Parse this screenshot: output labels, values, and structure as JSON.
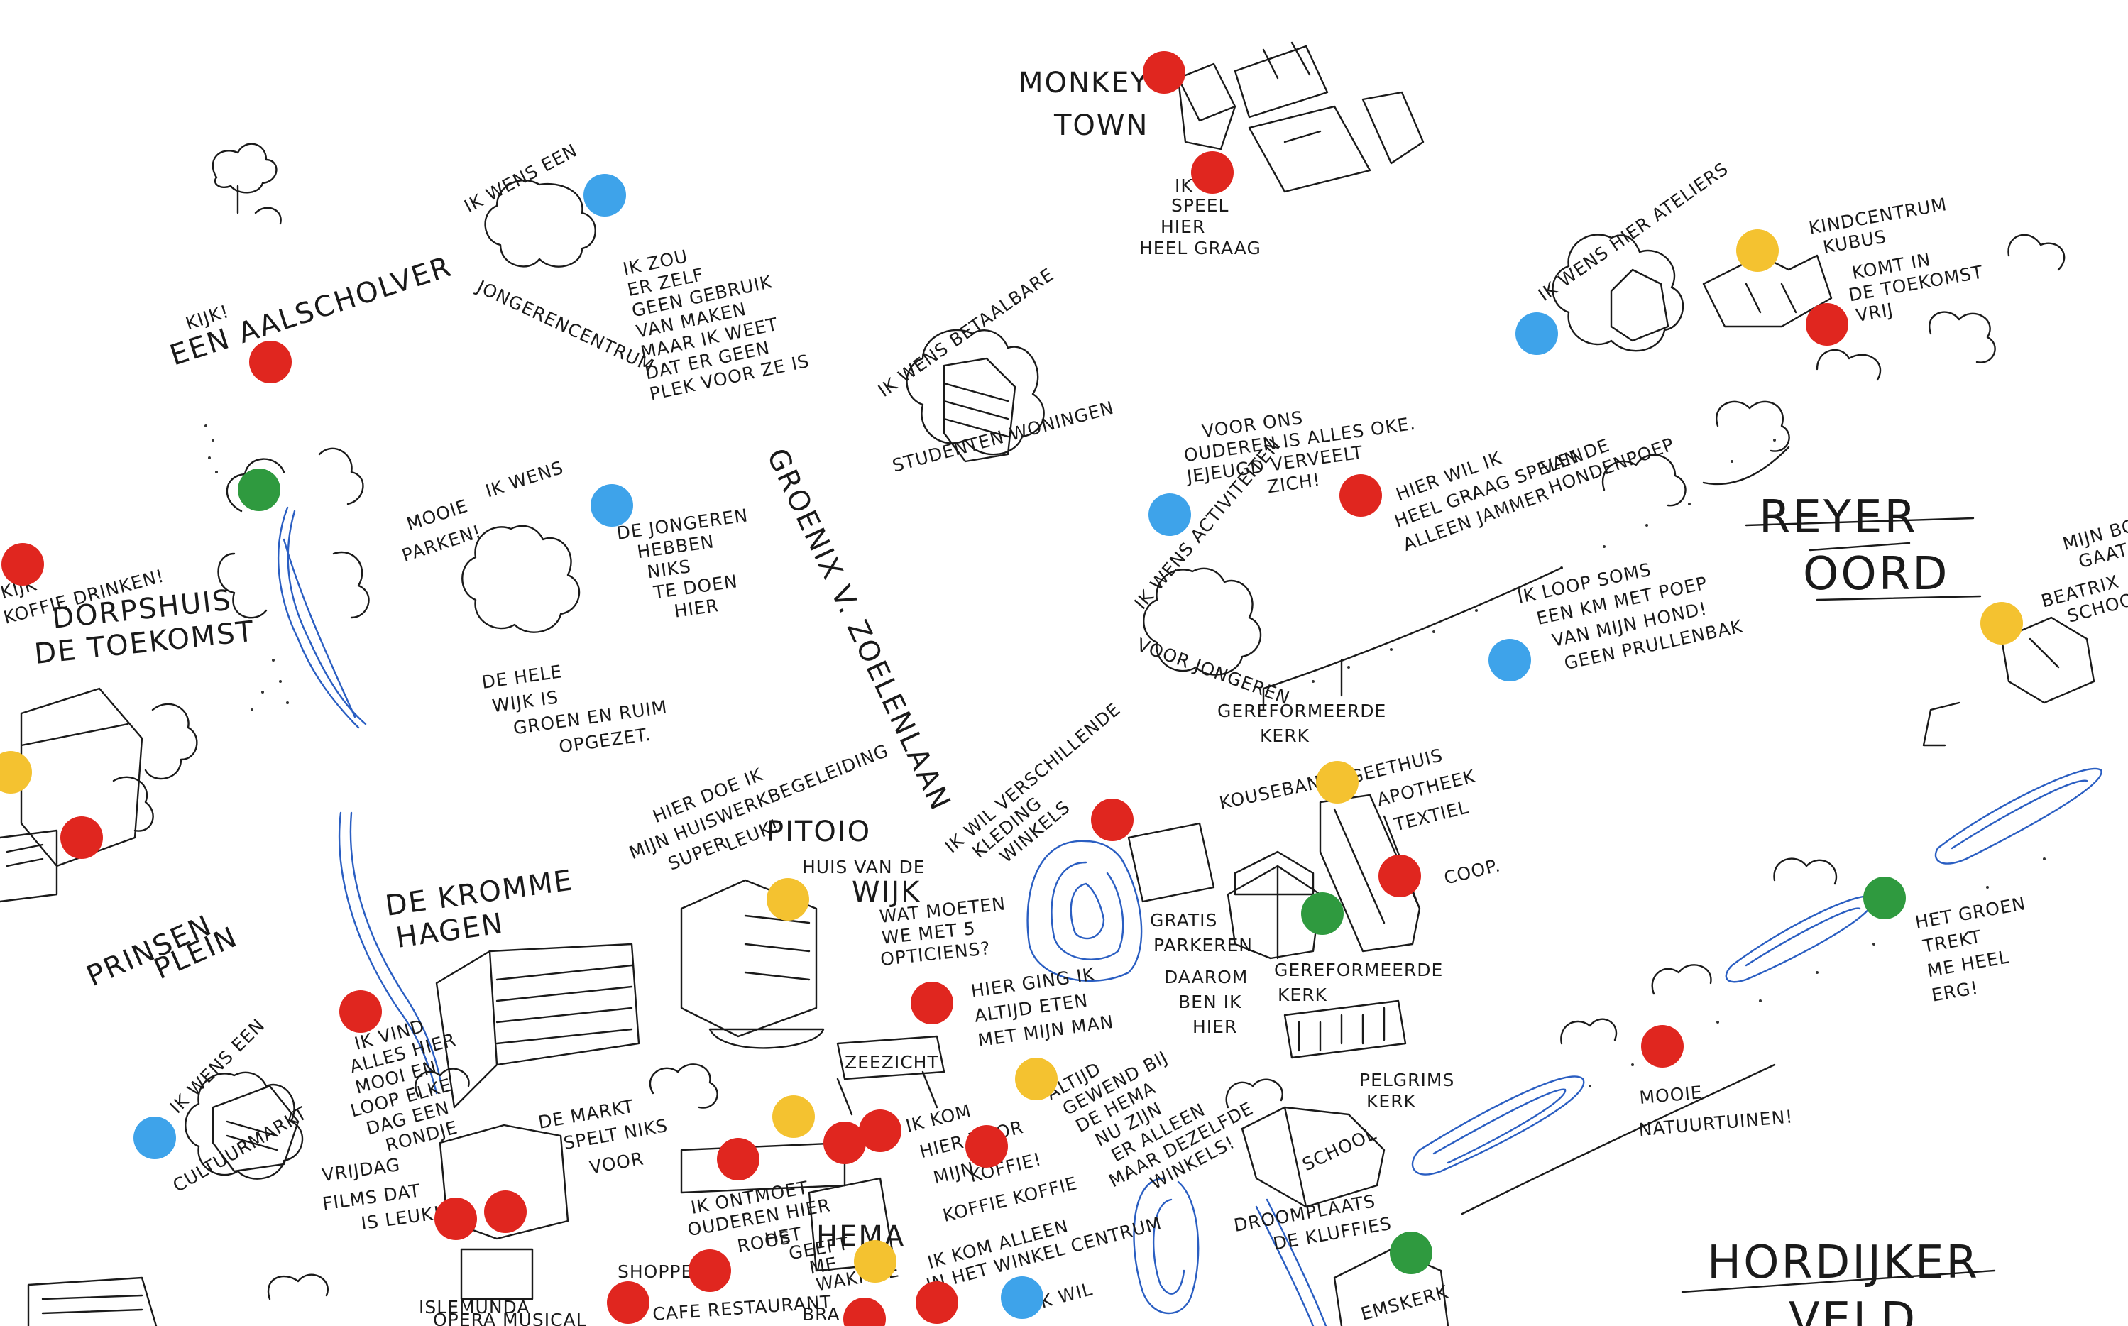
{
  "place_names": {
    "monkey_town": [
      "MONKEY",
      "TOWN"
    ],
    "reyer_oord": [
      "REYER",
      "OORD"
    ],
    "hordijker_veld": [
      "HORDIJKER",
      "VELD"
    ],
    "prinsen_plein": [
      "PRINSEN",
      "PLEIN"
    ],
    "groenix": "GROENIX V. ZOELENLAAN",
    "pitoio": [
      "PITOIO",
      "HUIS VAN DE",
      "WIJK"
    ],
    "dorpshuis": [
      "DORPSHUIS",
      "DE TOEKOMST"
    ],
    "kromme_hagen": [
      "DE KROMME",
      "HAGEN"
    ],
    "hema": "HEMA",
    "zeezicht": "ZEEZICHT",
    "school": "SCHOOL"
  },
  "notes": {
    "ik_speel": [
      "IK",
      "SPEEL",
      "HIER",
      "HEEL GRAAG"
    ],
    "jongerencentrum_wish": "IK WENS EEN",
    "jongerencentrum": "JONGERENCENTRUM",
    "ik_zou": [
      "IK ZOU",
      "ER ZELF",
      "GEEN GEBRUIK",
      "VAN MAKEN",
      "MAAR IK WEET",
      "DAT ER GEEN",
      "PLEK VOOR ZE IS"
    ],
    "aalscholver": [
      "KIJK!",
      "EEN AALSCHOLVER"
    ],
    "studenten_wish": "IK WENS BETAALBARE",
    "studenten": "STUDENTEN WONINGEN",
    "mooie_parken": [
      "MOOIE",
      "PARKEN!",
      "IK WENS"
    ],
    "jongeren_niks": [
      "DE JONGEREN",
      "HEBBEN",
      "NIKS",
      "TE DOEN",
      "HIER"
    ],
    "hele_wijk": [
      "DE HELE",
      "WIJK IS",
      "GROEN EN RUIM",
      "OPGEZET."
    ],
    "koffie": [
      "KIJK",
      "KOFFIE DRINKEN!"
    ],
    "ateliers": "IK WENS HIER ATELIERS",
    "kindcentrum": [
      "KINDCENTRUM",
      "KUBUS"
    ],
    "toekomst": [
      "KOMT IN",
      "DE TOEKOMST",
      "VRIJ"
    ],
    "ouderen": [
      "VOOR ONS",
      "OUDEREN IS ALLES OKE.",
      "JEJEUGD VERVEELT",
      "ZICH!"
    ],
    "hondenpoep": [
      "HIER WIL IK",
      "HEEL GRAAG SPELEN",
      "ALLEEN JAMMER",
      "VAN DE",
      "HONDENPOEP"
    ],
    "activiteiten": "IK WENS ACTIVITEITEN",
    "voor_jongeren": "VOOR JONGEREN",
    "poep_hond": [
      "IK LOOP SOMS",
      "EEN KM MET POEP",
      "VAN MIJN HOND!",
      "GEEN PRULLENBAK"
    ],
    "beatrix": [
      "MIJN BO",
      "GAAT H",
      "BEATRIX",
      "SCHOO"
    ],
    "gereformeerde_kerk_top": [
      "GEREFORMEERDE",
      "KERK"
    ],
    "huiswerk": [
      "HIER DOE IK",
      "MIJN HUISWERKBEGELEIDING",
      "SUPER",
      "LEUK!"
    ],
    "kleding": [
      "IK WIL VERSCHILLENDE",
      "KLEDING",
      "WINKELS"
    ],
    "kousebanp": "KOUSEBANP.",
    "apotheek": [
      "GEETHUIS",
      "APOTHEEK",
      "TEXTIEL",
      "COOP."
    ],
    "opticiens": [
      "WAT MOETEN",
      "WE MET 5",
      "OPTICIENS?"
    ],
    "gratis": [
      "GRATIS",
      "PARKEREN",
      "DAAROM",
      "BEN IK",
      "HIER"
    ],
    "gereformeerde_kerk": [
      "GEREFORMEERDE",
      "KERK"
    ],
    "groen_trekt": [
      "HET GROEN",
      "TREKT",
      "ME HEEL",
      "ERG!"
    ],
    "ik_vind": [
      "IK VIND",
      "ALLES HIER",
      "MOOI EN",
      "LOOP ELKE",
      "DAG EEN",
      "RONDJE"
    ],
    "eten_man": [
      "HIER GING IK",
      "ALTIJD ETEN",
      "MET MIJN MAN"
    ],
    "markt": [
      "DE MARKT",
      "SPELT NIKS",
      "VOOR"
    ],
    "koffie_hema": [
      "IK KOM",
      "HIER VOOR",
      "MIJN",
      "KOFFIE!",
      "KOFFIE KOFFIE"
    ],
    "hema_winkels": [
      "ALTIJD",
      "GEWEND BIJ",
      "DE HEMA",
      "NU ZIJN",
      "ER ALLEEN",
      "MAAR DEZELFDE",
      "WINKELS!"
    ],
    "pelgrims": [
      "PELGRIMS",
      "KERK"
    ],
    "natuurtuinen": [
      "MOOIE",
      "NATUURTUINEN!"
    ],
    "cultuur_wish": "IK WENS EEN",
    "cultuurmarkt": "CULTUURMARKT",
    "vrijdag": [
      "VRIJDAG",
      "FILMS DAT",
      "IS LEUK!"
    ],
    "ontmoet": [
      "IK ONTMOET",
      "OUDEREN HIER",
      "ROOS"
    ],
    "geeft": [
      "HET",
      "GEEFT",
      "ME",
      "WAKKITE"
    ],
    "winkelcentrum": [
      "IK KOM ALLEEN",
      "IN HET WINKEL CENTRUM"
    ],
    "droomplaats": [
      "DROOMPLAATS",
      "DE KLUFFIES"
    ],
    "islemunda": [
      "ISLEMUNDA",
      "OPERA MUSICAL"
    ],
    "shoppen": "SHOPPEN",
    "cafe": [
      "CAFE RESTAURANT"
    ],
    "ik_wil": "IK WIL",
    "kerk_bottom": "EMSKERK",
    "bra": "BRA"
  },
  "colors": {
    "red": "#e0261f",
    "blue": "#3ea3ea",
    "yellow": "#f4c230",
    "green": "#2f9a3f",
    "ink": "#1a1a1a",
    "water": "#2a5ec2"
  },
  "markers": [
    {
      "name": "marker-monkey-town-1",
      "color": "red"
    },
    {
      "name": "marker-monkey-town-2",
      "color": "red"
    },
    {
      "name": "marker-jongerencentrum",
      "color": "blue"
    },
    {
      "name": "marker-aalscholver",
      "color": "red"
    },
    {
      "name": "marker-park-green",
      "color": "green"
    },
    {
      "name": "marker-jongeren-niks",
      "color": "blue"
    },
    {
      "name": "marker-dorpshuis",
      "color": "red"
    },
    {
      "name": "marker-dorpshuis-yellow",
      "color": "yellow"
    },
    {
      "name": "marker-dorpshuis-red",
      "color": "red"
    },
    {
      "name": "marker-ateliers",
      "color": "yellow"
    },
    {
      "name": "marker-ateliers-blue",
      "color": "blue"
    },
    {
      "name": "marker-kindcentrum",
      "color": "red"
    },
    {
      "name": "marker-activiteiten",
      "color": "blue"
    },
    {
      "name": "marker-hondenpoep",
      "color": "red"
    },
    {
      "name": "marker-poep-hond",
      "color": "blue"
    },
    {
      "name": "marker-beatrix",
      "color": "yellow"
    },
    {
      "name": "marker-apotheek",
      "color": "yellow"
    },
    {
      "name": "marker-kleding",
      "color": "red"
    },
    {
      "name": "marker-coop",
      "color": "red"
    },
    {
      "name": "marker-gereformeerde",
      "color": "green"
    },
    {
      "name": "marker-pitoio",
      "color": "yellow"
    },
    {
      "name": "marker-kromme-hagen",
      "color": "red"
    },
    {
      "name": "marker-groen-trekt",
      "color": "green"
    },
    {
      "name": "marker-eten-man",
      "color": "red"
    },
    {
      "name": "marker-altijd",
      "color": "yellow"
    },
    {
      "name": "marker-markt",
      "color": "yellow"
    },
    {
      "name": "marker-hema-1",
      "color": "red"
    },
    {
      "name": "marker-hema-2",
      "color": "red"
    },
    {
      "name": "marker-hema-3",
      "color": "red"
    },
    {
      "name": "marker-koffie",
      "color": "red"
    },
    {
      "name": "marker-natuurtuinen",
      "color": "red"
    },
    {
      "name": "marker-cultuur",
      "color": "blue"
    },
    {
      "name": "marker-vrijdag-1",
      "color": "red"
    },
    {
      "name": "marker-vrijdag-2",
      "color": "red"
    },
    {
      "name": "marker-shoppen",
      "color": "red"
    },
    {
      "name": "marker-hema-yellow",
      "color": "yellow"
    },
    {
      "name": "marker-islemunda",
      "color": "red"
    },
    {
      "name": "marker-bottom-red-1",
      "color": "red"
    },
    {
      "name": "marker-bottom-red-2",
      "color": "red"
    },
    {
      "name": "marker-ik-wil",
      "color": "blue"
    },
    {
      "name": "marker-droomplaats",
      "color": "green"
    }
  ]
}
